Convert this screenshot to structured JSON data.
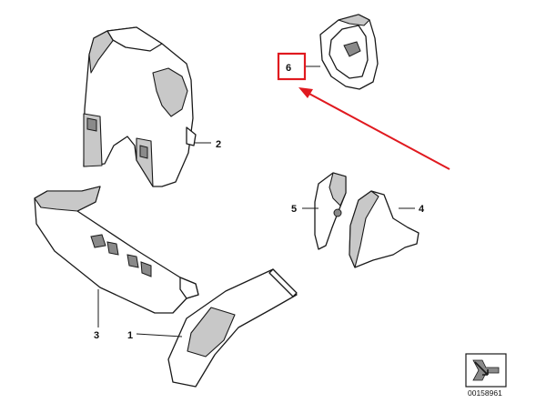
{
  "callouts": {
    "c1": "1",
    "c2": "2",
    "c3": "3",
    "c4": "4",
    "c5": "5",
    "c6": "6"
  },
  "highlight": {
    "box_color": "#e0191f",
    "arrow_color": "#e0191f"
  },
  "footer": {
    "diagram_number": "00158961",
    "icon": "export-arrow-icon"
  }
}
